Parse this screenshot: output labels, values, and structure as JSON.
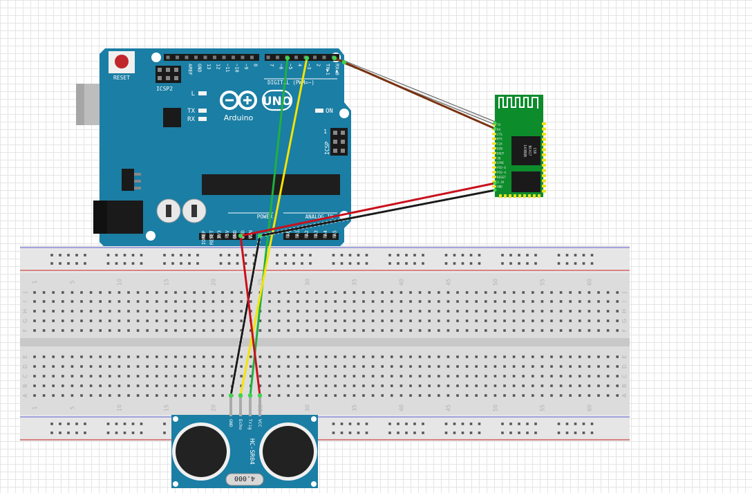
{
  "arduino": {
    "reset_label": "RESET",
    "icsp2_label": "ICSP2",
    "icsp_label": "ICSP",
    "icsp_pin1": "1",
    "l_label": "L",
    "tx_label": "TX",
    "rx_label": "RX",
    "on_label": "ON",
    "brand": "Arduino",
    "model": "UNO",
    "digital_label": "DIGITAL (PWM=~)",
    "power_label": "POWER",
    "analog_label": "ANALOG IN",
    "top_pins": [
      "AREF",
      "GND",
      "13",
      "12",
      "~11",
      "~10",
      "~9",
      "8",
      "7",
      "~6",
      "~5",
      "4",
      "~3",
      "2",
      "TX▶1",
      "RX◀0"
    ],
    "bottom_pins": [
      "IOREF",
      "RESET",
      "3V3",
      "5V",
      "GND",
      "GND",
      "VIN",
      "A0",
      "A1",
      "A2",
      "A3",
      "A4",
      "A5"
    ]
  },
  "bluetooth": {
    "pins": [
      "TX",
      "RX",
      "CTS",
      "RTS",
      "CLK",
      "DIN",
      "DOUT",
      "IN",
      "SYNC",
      "PIO-6",
      "PIO-4",
      "RESET",
      "3.3V",
      "GND"
    ],
    "chip_lines": [
      "CSR",
      "BC417",
      "143BQN"
    ]
  },
  "breadboard": {
    "col_numbers": [
      "1",
      "5",
      "10",
      "15",
      "20",
      "25",
      "30",
      "35",
      "40",
      "45",
      "50",
      "55",
      "60"
    ],
    "rows_top": [
      "J",
      "I",
      "H",
      "G",
      "F"
    ],
    "rows_bottom": [
      "E",
      "D",
      "C",
      "B",
      "A"
    ]
  },
  "sensor": {
    "pins": [
      "GND",
      "Echo",
      "Trig",
      "VCC"
    ],
    "model": "HC-SR04",
    "crystal": "4.000"
  },
  "colors": {
    "board": "#1b7ea4",
    "bluetooth": "#0d8c2c",
    "wire_green": "#21b041",
    "wire_yellow": "#f5e400",
    "wire_red": "#c8101c",
    "wire_black": "#1a1a1a",
    "wire_brown": "#7a3210"
  }
}
